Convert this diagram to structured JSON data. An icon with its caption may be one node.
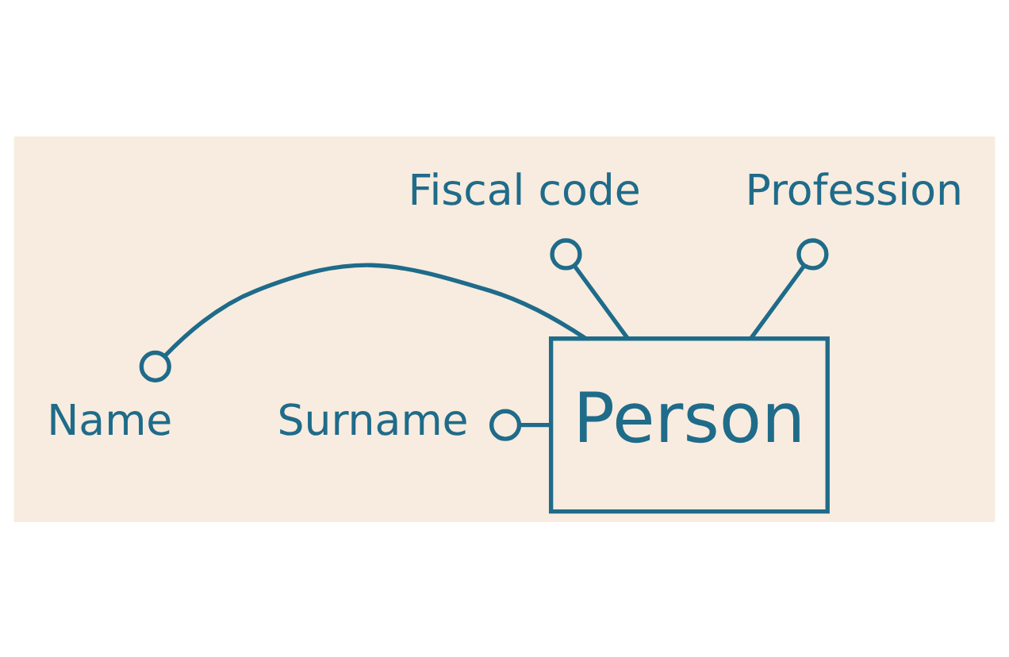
{
  "diagram": {
    "nodes": [
      {
        "text": [
          "Fiscal code"
        ]
      },
      {
        "text": [
          "Name"
        ]
      },
      {
        "text": [
          "Surname"
        ]
      },
      {
        "text": [
          "Person"
        ]
      },
      {
        "text": [
          "Profession"
        ]
      }
    ],
    "edges": [
      {
        "from": 0,
        "to": 3,
        "arrow": "other"
      },
      {
        "from": 1,
        "to": 3,
        "arrow": "other"
      },
      {
        "from": 2,
        "to": 3,
        "arrow": "other"
      },
      {
        "from": 4,
        "to": 3,
        "arrow": "other"
      }
    ]
  }
}
